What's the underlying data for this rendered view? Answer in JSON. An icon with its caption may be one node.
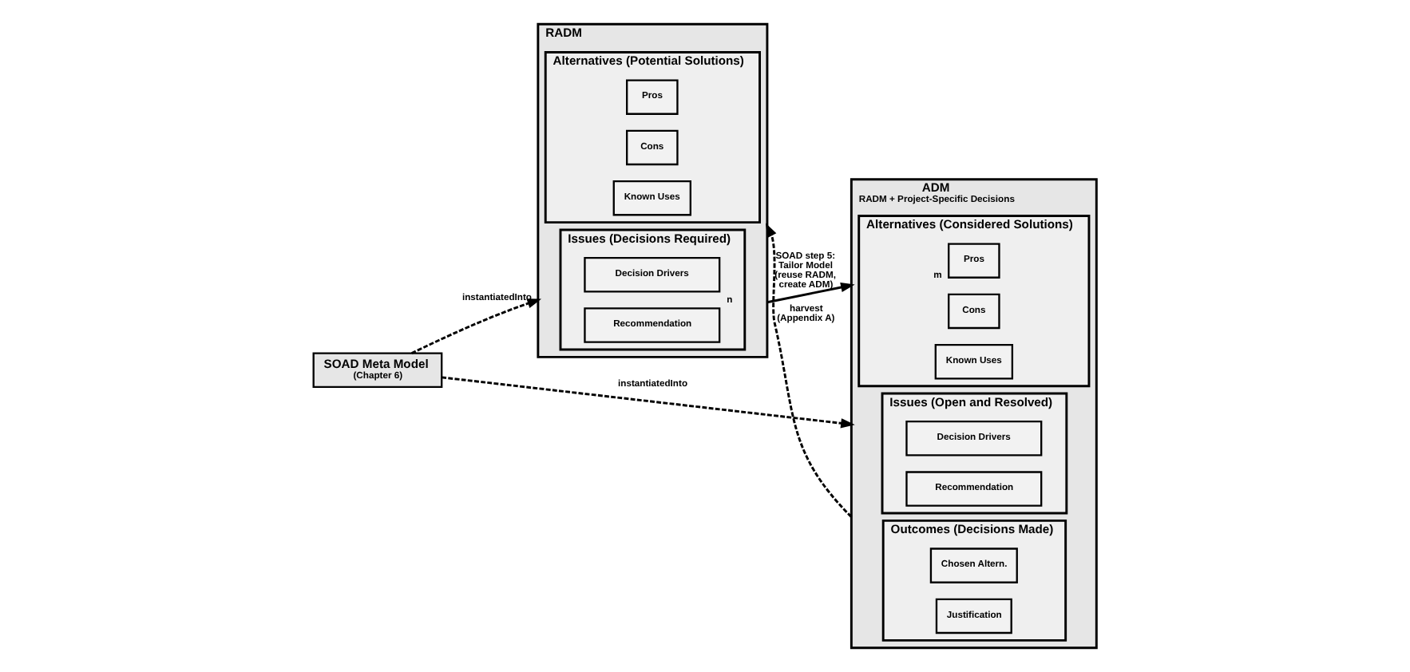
{
  "diagram": {
    "nodes": [
      {
        "text": [
          "SOAD Meta Model",
          "(Chapter 6)"
        ]
      },
      {
        "text": [
          "RADM"
        ]
      },
      {
        "text": [
          "Issues (Decisions Required)"
        ],
        "in": 1
      },
      {
        "text": [
          "Decision Drivers"
        ],
        "in": 2
      },
      {
        "text": [
          "Recommendation"
        ],
        "in": 2
      },
      {
        "text": [
          "Alternatives (Potential Solutions)"
        ],
        "in": 1
      },
      {
        "text": [
          "Pros"
        ],
        "in": 5
      },
      {
        "text": [
          "Cons"
        ],
        "in": 5
      },
      {
        "text": [
          "Known Uses"
        ],
        "in": 5
      },
      {
        "text": [
          "ADM",
          "RADM + Project-Specific Decisions"
        ]
      },
      {
        "text": [
          "Issues (Open and Resolved)"
        ],
        "in": 9
      },
      {
        "text": [
          "Decision Drivers"
        ],
        "in": 10
      },
      {
        "text": [
          "Recommendation"
        ],
        "in": 10
      },
      {
        "text": [
          "Alternatives (Considered Solutions)"
        ],
        "in": 9
      },
      {
        "text": [
          "Pros"
        ],
        "in": 13
      },
      {
        "text": [
          "Cons"
        ],
        "in": 13
      },
      {
        "text": [
          "Known Uses"
        ],
        "in": 13
      },
      {
        "text": [
          "Outcomes (Decisions Made)"
        ],
        "in": 9
      },
      {
        "text": [
          "Chosen Altern."
        ],
        "in": 17
      },
      {
        "text": [
          "Justification"
        ],
        "in": 17
      }
    ],
    "edges": [
      {
        "from": 0,
        "to": 1,
        "arrow": "to",
        "label": "instantiatedInto",
        "style": "dashed"
      },
      {
        "from": 0,
        "to": 9,
        "arrow": "to",
        "label": "instantiatedInto",
        "style": "dashed"
      },
      {
        "from": 1,
        "to": 9,
        "arrow": "to",
        "label": "SOAD step 5: Tailor Model (reuse RADM, create ADM)"
      },
      {
        "from": 9,
        "to": 1,
        "arrow": "to",
        "label": "harvest (Appendix A)",
        "style": "dashed"
      }
    ],
    "labels": [
      "n",
      "m"
    ]
  }
}
